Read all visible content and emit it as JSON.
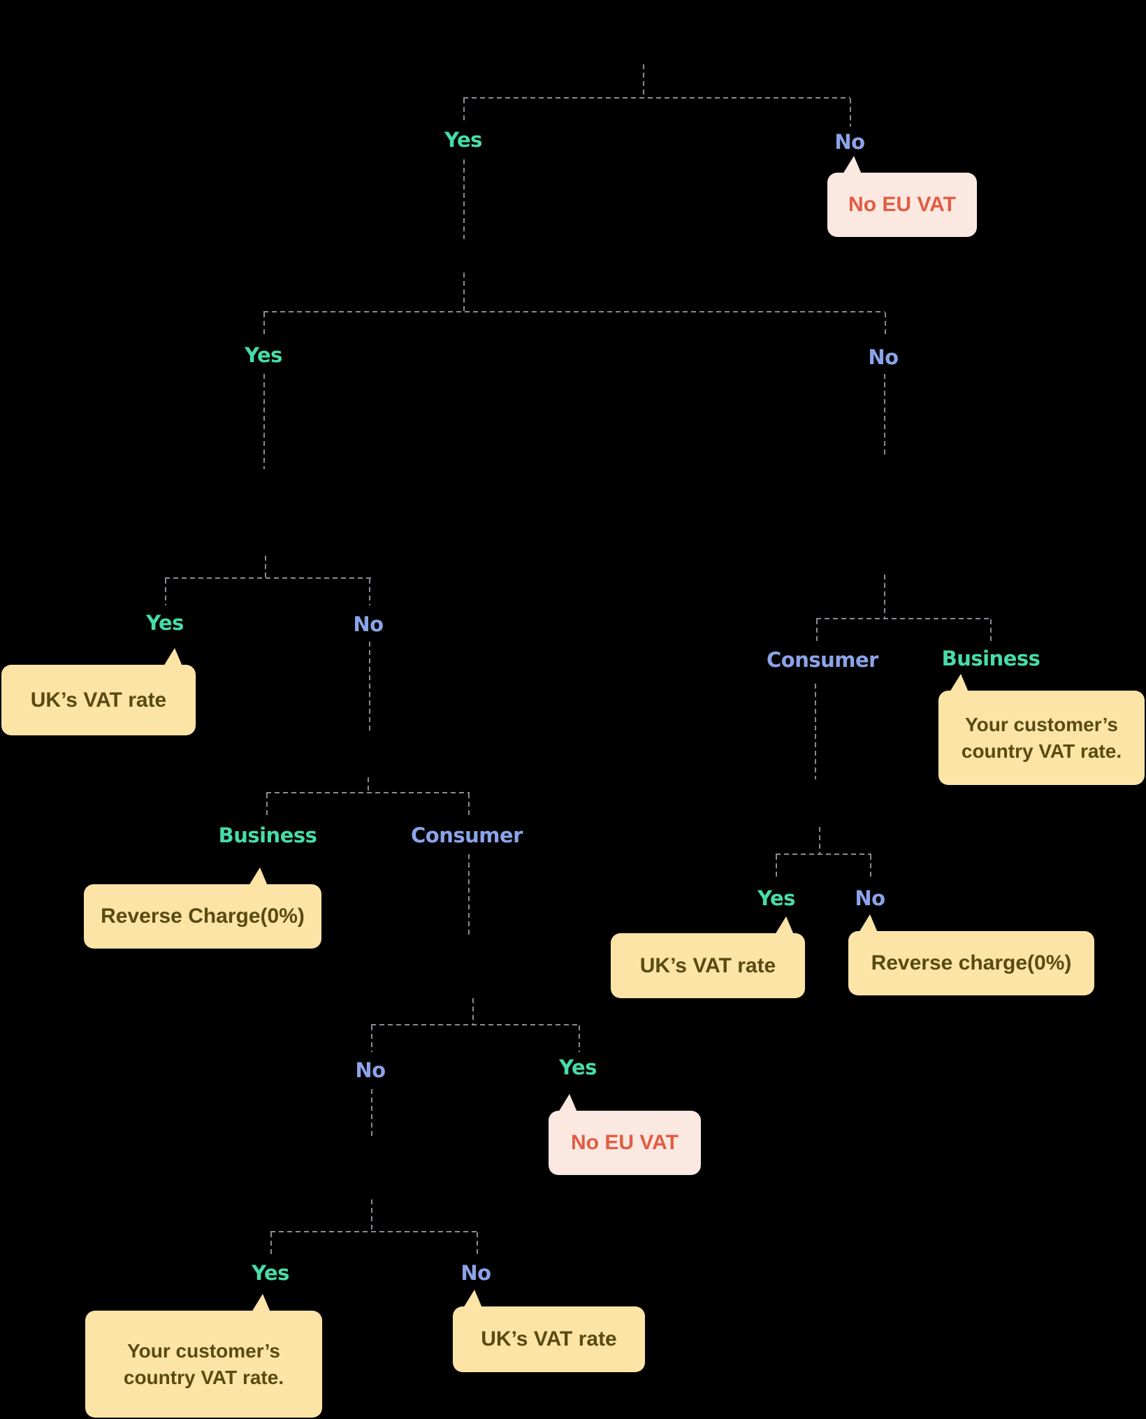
{
  "diagram_title": "VAT decision flowchart (question nodes not visible against background)",
  "colors": {
    "background": "#000000",
    "yes_green": "#46dcab",
    "no_blue": "#8ba4e9",
    "line_gray": "#8a8a97",
    "answer_bg": "#fbe4a6",
    "answer_text": "#594a12",
    "stop_bg": "#fbe8e1",
    "stop_text": "#e25c43"
  },
  "labels": {
    "q1_yes": "Yes",
    "q1_no": "No",
    "q2_yes": "Yes",
    "q2_no": "No",
    "q3_yes": "Yes",
    "q3_no": "No",
    "q4_business": "Business",
    "q4_consumer": "Consumer",
    "q5_no": "No",
    "q5_yes": "Yes",
    "q6_yes": "Yes",
    "q6_no": "No",
    "q7_consumer": "Consumer",
    "q7_business": "Business",
    "q8_yes": "Yes",
    "q8_no": "No"
  },
  "outcomes": {
    "no_eu_vat_top": "No EU VAT",
    "uk_vat_rate_left": "UK’s VAT rate",
    "reverse_charge_left": "Reverse Charge(0%)",
    "no_eu_vat_bottom": "No EU VAT",
    "customer_country_bottom_line1": "Your customer’s",
    "customer_country_bottom_line2": "country VAT rate.",
    "uk_vat_rate_bottom": "UK’s VAT rate",
    "customer_country_right_line1": "Your customer’s",
    "customer_country_right_line2": "country VAT rate.",
    "uk_vat_rate_right": "UK’s VAT rate",
    "reverse_charge_right": "Reverse charge(0%)"
  }
}
